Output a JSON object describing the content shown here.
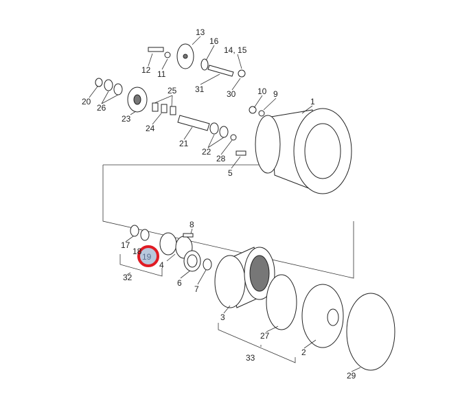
{
  "diagram": {
    "title": "Exploded parts view",
    "highlight_color": "#e01b24",
    "highlight_fill": "#b8c8dd",
    "highlighted_part": "19",
    "labels": {
      "p1": "1",
      "p2": "2",
      "p3": "3",
      "p4": "4",
      "p5": "5",
      "p6": "6",
      "p7": "7",
      "p8": "8",
      "p9": "9",
      "p10": "10",
      "p11": "11",
      "p12": "12",
      "p13": "13",
      "p14_15": "14, 15",
      "p16": "16",
      "p17": "17",
      "p18": "18",
      "p19": "19",
      "p20": "20",
      "p21": "21",
      "p22": "22",
      "p23": "23",
      "p24": "24",
      "p25": "25",
      "p26": "26",
      "p27": "27",
      "p28": "28",
      "p29": "29",
      "p30": "30",
      "p31": "31",
      "p32": "32",
      "p33": "33"
    }
  }
}
